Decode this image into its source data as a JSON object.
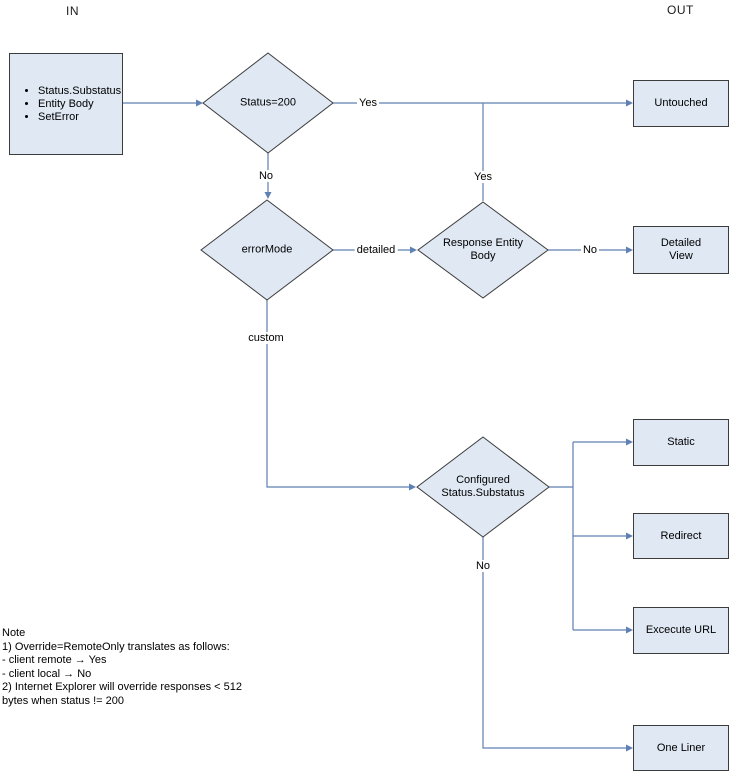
{
  "colors": {
    "connector": "#5f80b2",
    "shape_fill": "#dfe8f3",
    "shape_border": "#3c3c3c"
  },
  "labels": {
    "in": "IN",
    "out": "OUT"
  },
  "input_box": {
    "items": [
      "Status.Substatus",
      "Entity Body",
      "SetError"
    ]
  },
  "decisions": {
    "status_200": "Status=200",
    "error_mode": "errorMode",
    "response_entity_body": "Response Entity Body",
    "configured_status_substatus": "Configured Status.Substatus"
  },
  "outputs": {
    "untouched": "Untouched",
    "detailed_view": "Detailed View",
    "static": "Static",
    "redirect": "Redirect",
    "execute_url": "Excecute URL",
    "one_liner": "One Liner"
  },
  "edge_labels": {
    "status_yes": "Yes",
    "status_no": "No",
    "entity_yes": "Yes",
    "mode_detailed": "detailed",
    "mode_custom": "custom",
    "entity_no": "No",
    "configured_no": "No"
  },
  "note": {
    "lines": [
      "Note",
      "1) Override=RemoteOnly translates as follows:",
      "- client remote → Yes",
      "- client local → No",
      "2) Internet Explorer will override responses < 512",
      "bytes when status != 200"
    ]
  }
}
